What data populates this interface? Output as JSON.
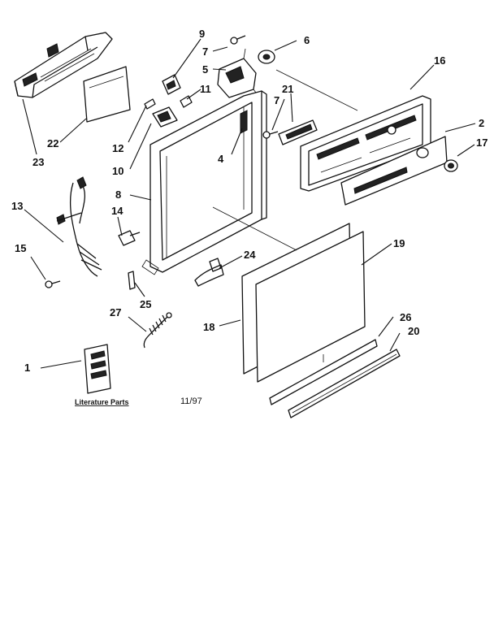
{
  "callouts": {
    "c1": "1",
    "c2": "2",
    "c4": "4",
    "c5": "5",
    "c6": "6",
    "c7a": "7",
    "c7b": "7",
    "c8": "8",
    "c9": "9",
    "c10": "10",
    "c11": "11",
    "c12": "12",
    "c13": "13",
    "c14": "14",
    "c15": "15",
    "c16": "16",
    "c17": "17",
    "c18": "18",
    "c19": "19",
    "c20": "20",
    "c21": "21",
    "c22": "22",
    "c23": "23",
    "c24": "24",
    "c25": "25",
    "c26": "26",
    "c27": "27"
  },
  "captions": {
    "literature": "Literature Parts",
    "date_code": "11/97"
  }
}
